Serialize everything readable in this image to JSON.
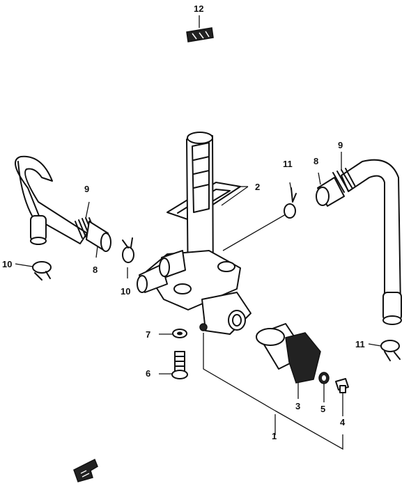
{
  "callouts": [
    {
      "id": "c1",
      "label": "1"
    },
    {
      "id": "c2",
      "label": "2"
    },
    {
      "id": "c3",
      "label": "3"
    },
    {
      "id": "c4",
      "label": "4"
    },
    {
      "id": "c5",
      "label": "5"
    },
    {
      "id": "c6",
      "label": "6"
    },
    {
      "id": "c7",
      "label": "7"
    },
    {
      "id": "c8a",
      "label": "8"
    },
    {
      "id": "c8b",
      "label": "8"
    },
    {
      "id": "c9a",
      "label": "9"
    },
    {
      "id": "c9b",
      "label": "9"
    },
    {
      "id": "c10a",
      "label": "10"
    },
    {
      "id": "c10b",
      "label": "10"
    },
    {
      "id": "c11a",
      "label": "11"
    },
    {
      "id": "c11b",
      "label": "11"
    },
    {
      "id": "c12",
      "label": "12"
    }
  ],
  "icons": {
    "caution_label": "caution-label-icon",
    "front_arrow": "front-direction-arrow-icon"
  }
}
